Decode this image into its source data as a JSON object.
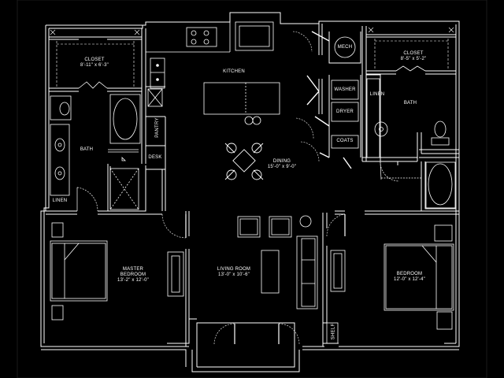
{
  "rooms": {
    "closet_left": {
      "name": "CLOSET",
      "size": "8'-11\" x 6'-3\""
    },
    "closet_right": {
      "name": "CLOSET",
      "size": "8'-5\" x 5'-2\""
    },
    "kitchen": {
      "name": "KITCHEN"
    },
    "mech": {
      "name": "MECH"
    },
    "washer": {
      "name": "WASHER"
    },
    "dryer": {
      "name": "DRYER"
    },
    "linen_right": {
      "name": "LINEN"
    },
    "bath_right": {
      "name": "BATH"
    },
    "coats": {
      "name": "COATS"
    },
    "pantry": {
      "name": "PANTRY"
    },
    "bath_left": {
      "name": "BATH"
    },
    "desk": {
      "name": "DESK"
    },
    "linen_left": {
      "name": "LINEN"
    },
    "dining": {
      "name": "DINING",
      "size": "15'-0\" x 9'-0\""
    },
    "master_bedroom": {
      "name_line1": "MASTER",
      "name_line2": "BEDROOM",
      "size": "13'-2\" x 12'-0\""
    },
    "living_room": {
      "name": "LIVING ROOM",
      "size": "13'-0\" x 10'-6\""
    },
    "bedroom": {
      "name": "BEDROOM",
      "size": "12'-0\" x 12'-4\""
    },
    "shelf": {
      "name": "SHELF"
    }
  },
  "colors": {
    "background": "#000000",
    "lines": "#ffffff",
    "frame": "#1a1a1a"
  }
}
